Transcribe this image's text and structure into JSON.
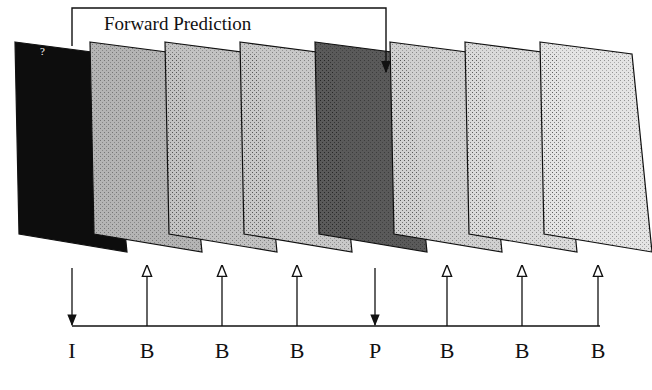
{
  "diagram": {
    "labels": [
      "Forward Prediction",
      "?",
      "I",
      "B",
      "B",
      "B",
      "P",
      "B",
      "B",
      "B"
    ]
  }
}
